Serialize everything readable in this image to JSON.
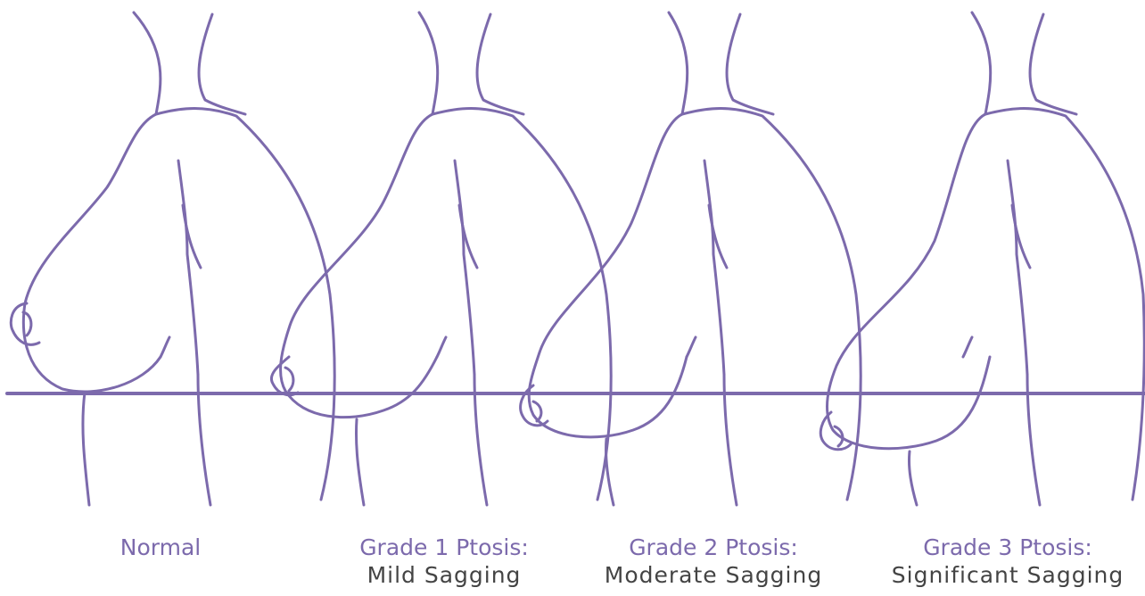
{
  "colors": {
    "line": "#7c6aac",
    "grade_text": "#7c6aac",
    "desc_text": "#444444"
  },
  "labels": [
    {
      "grade": "Normal",
      "desc": ""
    },
    {
      "grade": "Grade 1 Ptosis:",
      "desc": "Mild Sagging"
    },
    {
      "grade": "Grade 2 Ptosis:",
      "desc": "Moderate Sagging"
    },
    {
      "grade": "Grade 3 Ptosis:",
      "desc": "Significant Sagging"
    }
  ]
}
